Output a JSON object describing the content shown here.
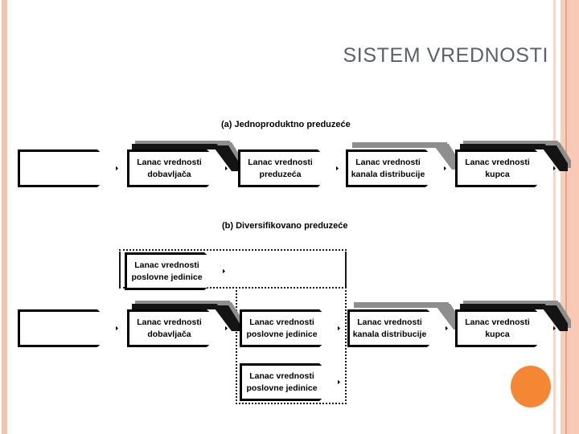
{
  "slide": {
    "title": "SISTEM VREDNOSTI",
    "background_color": "#ffffff",
    "title_color": "#5b606b",
    "accent_color": "#f58634",
    "stripe_color": "#f6c3ae"
  },
  "sections": [
    {
      "id": "a",
      "caption": "(a) Jednoproduktno preduzeće",
      "chevrons": [
        {
          "line1": "",
          "line2": "",
          "shadow": "none"
        },
        {
          "line1": "Lanac vrednosti",
          "line2": "dobavljača",
          "shadow": "gray-black"
        },
        {
          "line1": "Lanac vrednosti",
          "line2": "preduzeća",
          "shadow": "none"
        },
        {
          "line1": "Lanac vrednosti",
          "line2": "kanala distribucije",
          "shadow": "gray"
        },
        {
          "line1": "Lanac vrednosti",
          "line2": "kupca",
          "shadow": "gray-black"
        }
      ]
    },
    {
      "id": "b",
      "caption": "(b) Diversifikovano preduzeće",
      "chevrons_top": [
        {
          "line1": "Lanac vrednosti",
          "line2": "poslovne jedinice",
          "shadow": "none"
        }
      ],
      "chevrons_middle": [
        {
          "line1": "",
          "line2": "",
          "shadow": "none"
        },
        {
          "line1": "Lanac vrednosti",
          "line2": "dobavljača",
          "shadow": "gray-black"
        },
        {
          "line1": "Lanac vrednosti",
          "line2": "poslovne jedinice",
          "shadow": "none"
        },
        {
          "line1": "Lanac vrednosti",
          "line2": "kanala distribucije",
          "shadow": "gray"
        },
        {
          "line1": "Lanac vrednosti",
          "line2": "kupca",
          "shadow": "gray-black"
        }
      ],
      "chevrons_bottom": [
        {
          "line1": "Lanac vrednosti",
          "line2": "poslovne jedinice",
          "shadow": "none"
        }
      ]
    }
  ]
}
